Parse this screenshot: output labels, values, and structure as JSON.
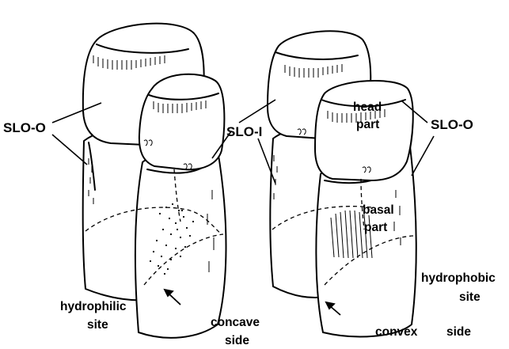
{
  "labels": {
    "slo_o_left": "SLO-O",
    "slo_i": "SLO-I",
    "slo_o_right": "SLO-O",
    "head": "head",
    "part1": "part",
    "basal": "basal",
    "part2": "part",
    "hydrophilic": "hydrophilic",
    "site1": "site",
    "concave": "concave",
    "side1": "side",
    "hydrophobic": "hydrophobic",
    "site2": "site",
    "convex": "convex",
    "side2": "side"
  },
  "colors": {
    "ink": "#000000",
    "background": "#ffffff"
  }
}
